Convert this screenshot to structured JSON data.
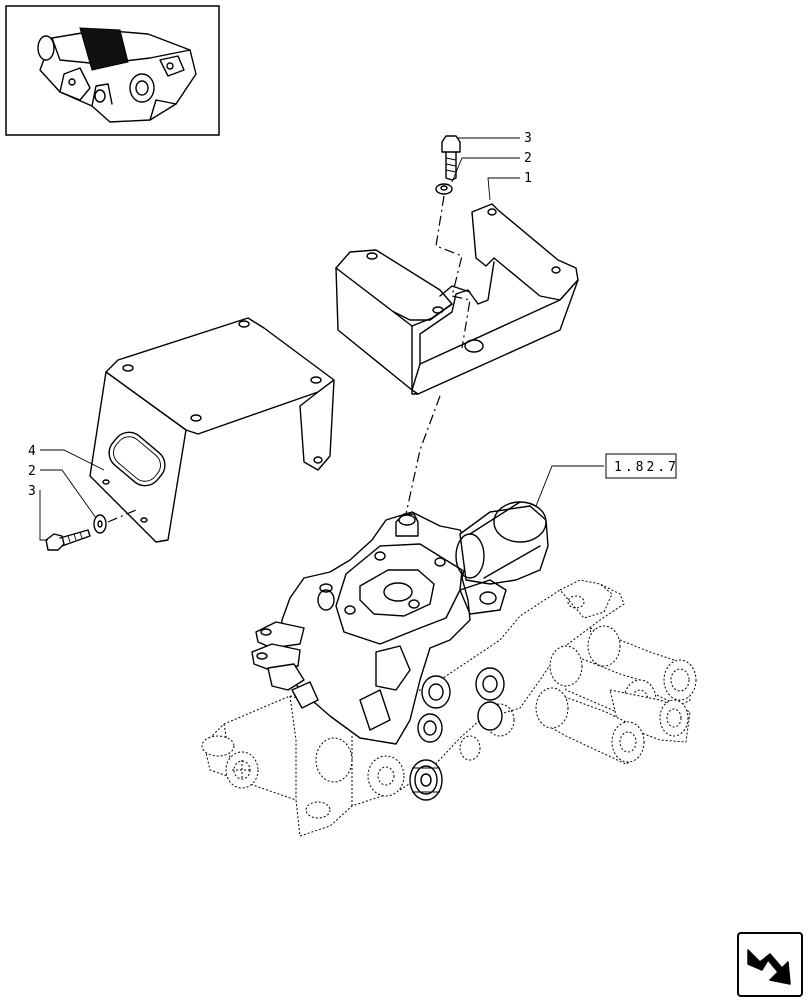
{
  "callouts": {
    "top_bolt": "3",
    "top_washer": "2",
    "top_cover": "1",
    "left_bracket": "4",
    "left_washer": "2",
    "left_bolt": "3"
  },
  "reference": {
    "label": "1.82.7"
  },
  "icons": {
    "thumbnail": "assembly-thumbnail",
    "navigation": "next-page-arrow-icon"
  }
}
